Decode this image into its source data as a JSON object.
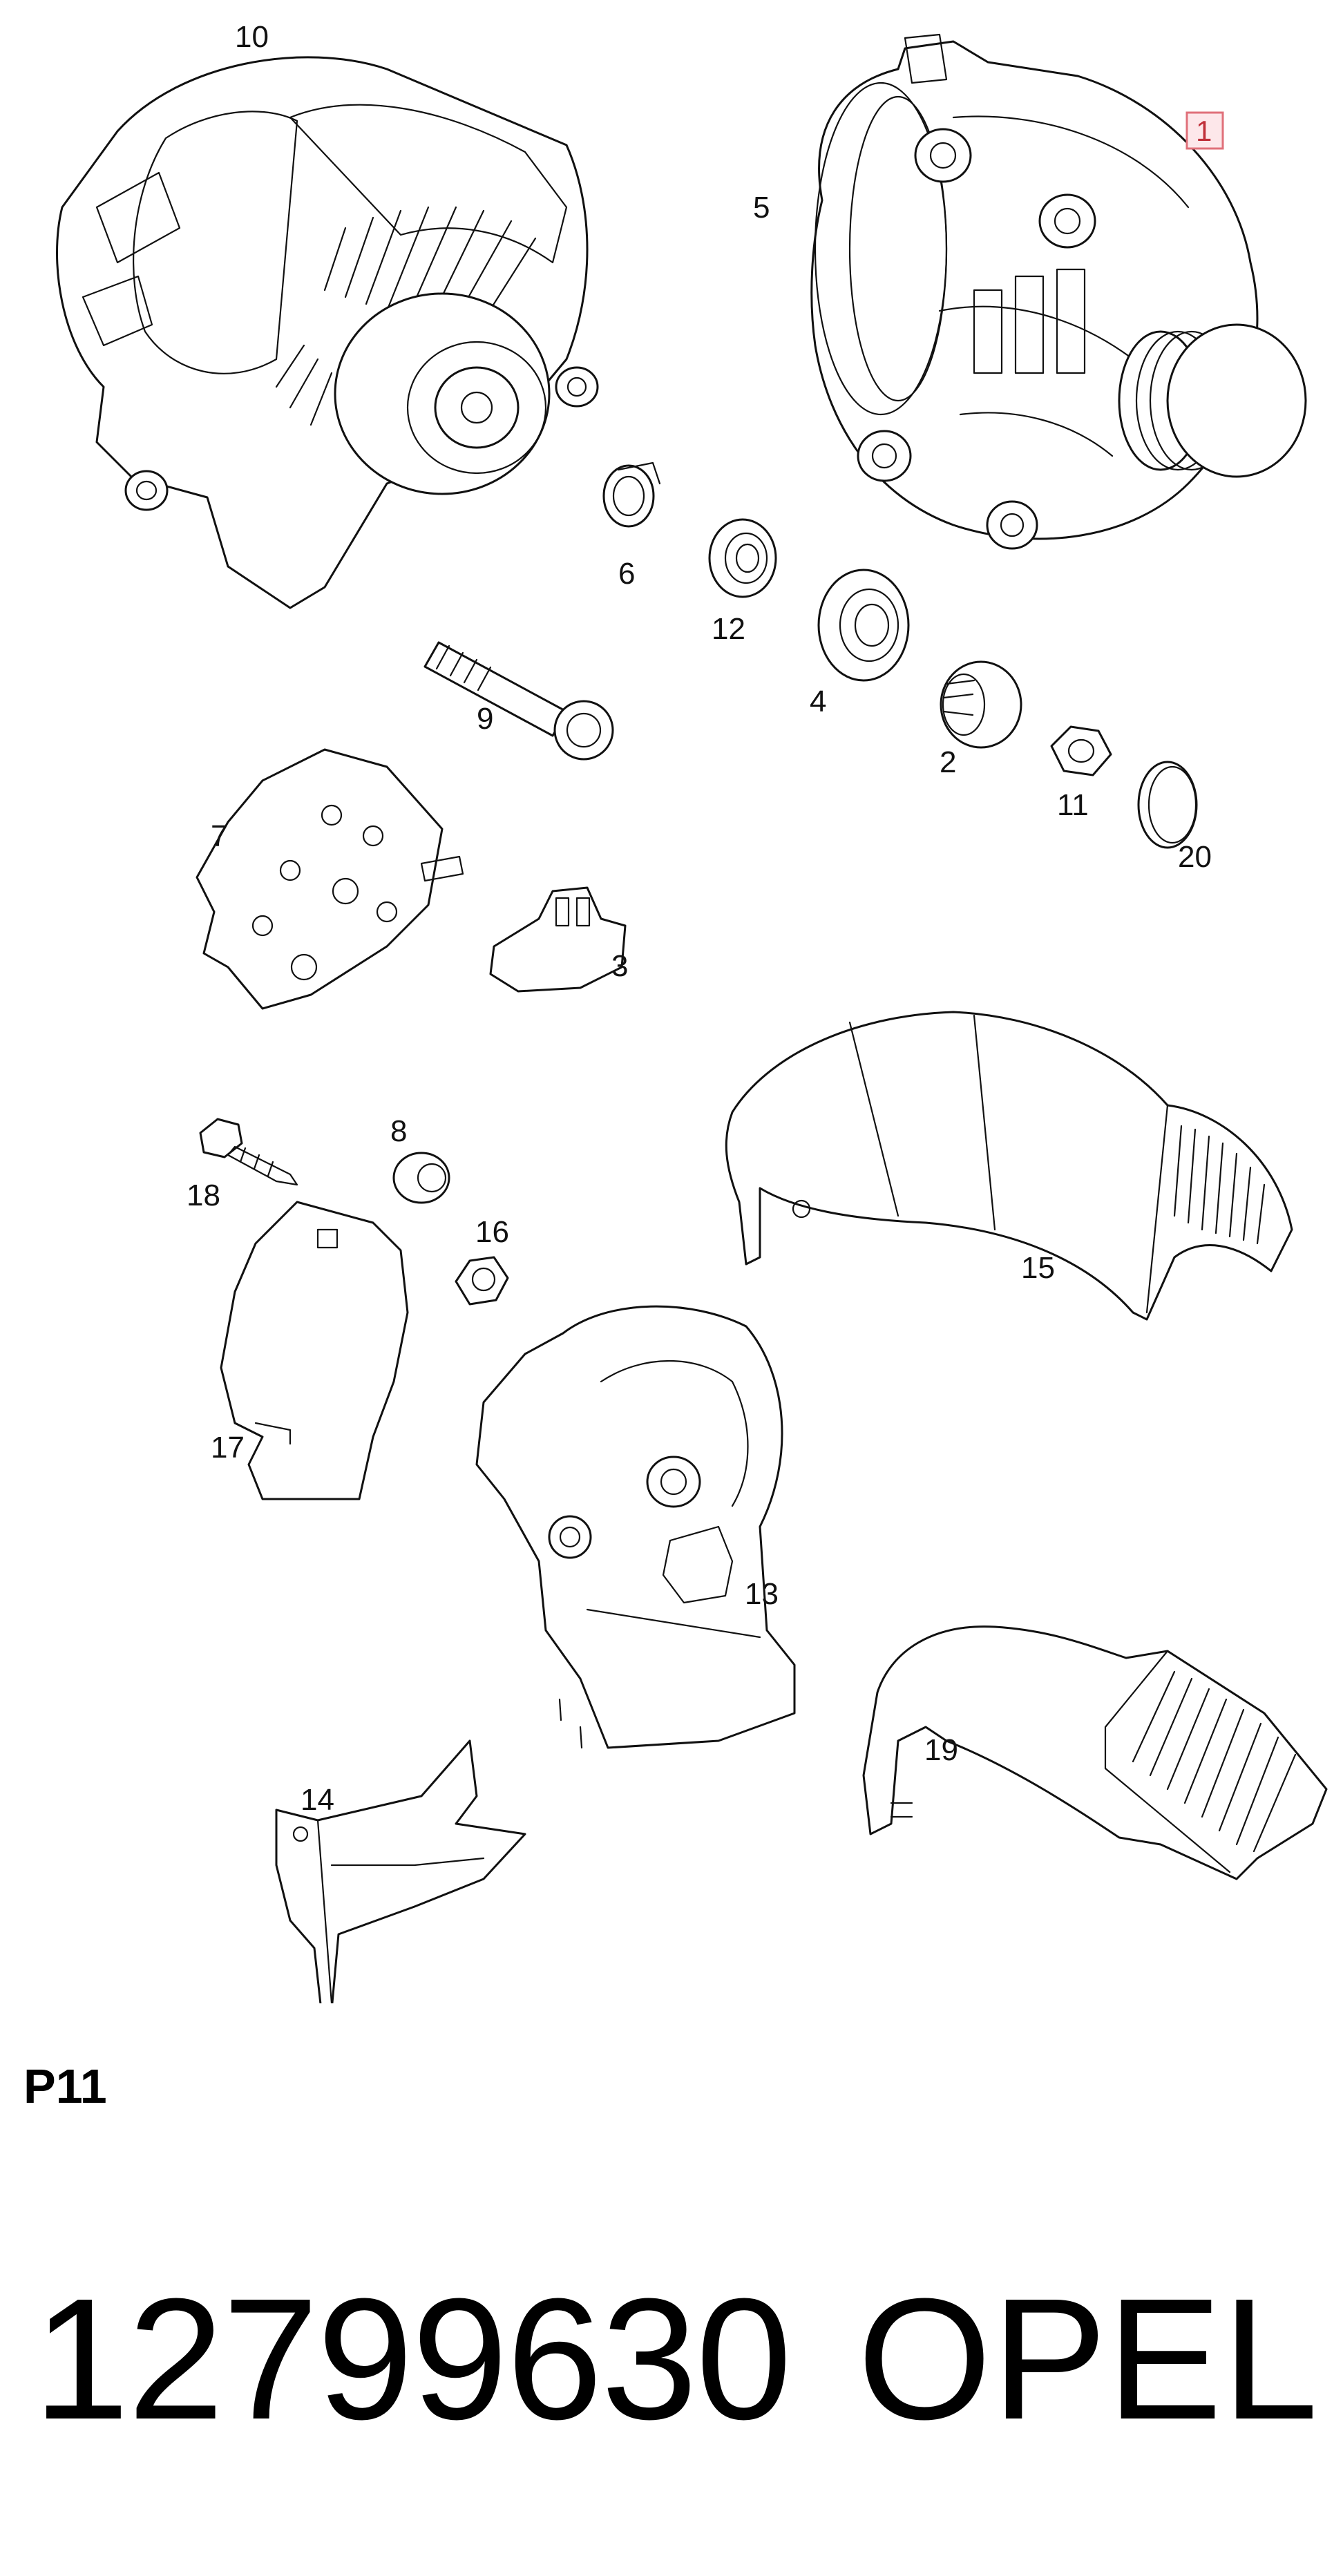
{
  "diagram": {
    "labels": {
      "p1": "1",
      "p2": "2",
      "p3": "3",
      "p4": "4",
      "p5": "5",
      "p6": "6",
      "p7": "7",
      "p8": "8",
      "p9": "9",
      "p10": "10",
      "p11": "11",
      "p12": "12",
      "p13": "13",
      "p14": "14",
      "p15": "15",
      "p16": "16",
      "p17": "17",
      "p18": "18",
      "p19": "19",
      "p20": "20"
    },
    "highlighted_part": "1",
    "highlight_color": "#e0707a"
  },
  "page_ref": "P11",
  "footer": {
    "part_number": "12799630",
    "brand": "OPEL"
  }
}
